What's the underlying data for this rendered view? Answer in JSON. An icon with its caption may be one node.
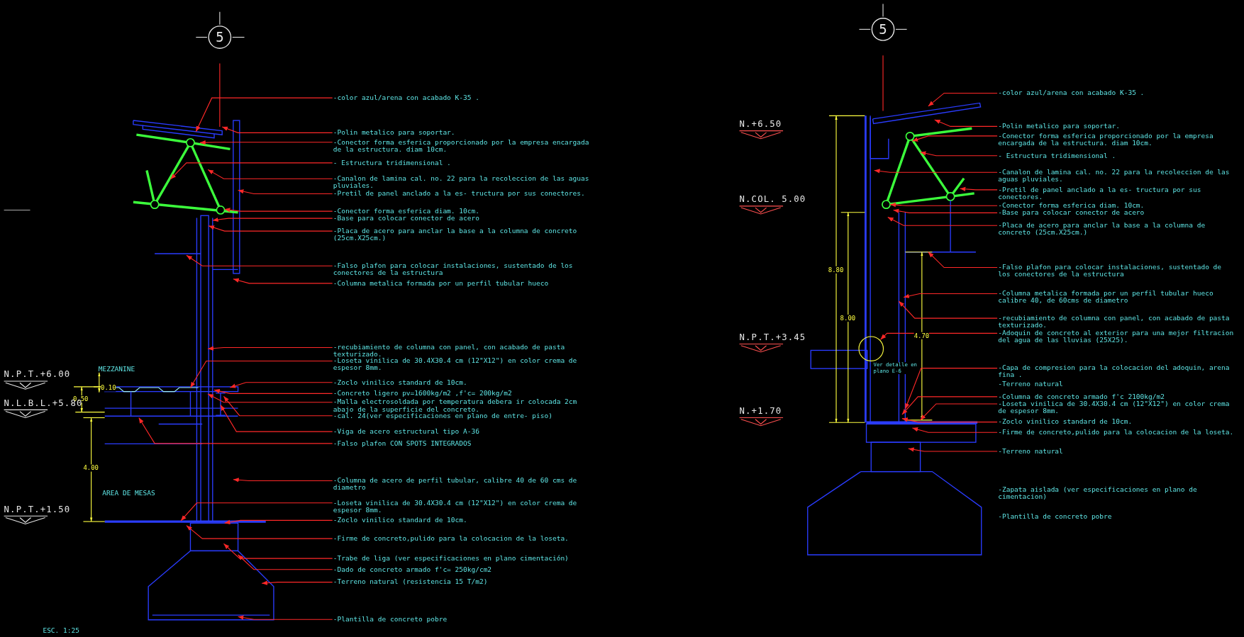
{
  "diagram": {
    "nodes": [
      {
        "text": [
          "5"
        ]
      },
      {
        "text": [
          "5"
        ]
      },
      {
        "text": [
          "-color azul/arena con acabado K-35 ."
        ]
      },
      {
        "text": [
          "-Polin metalico para soportar."
        ]
      },
      {
        "text": [
          "-Conector forma esferica proporcionado por la empresa encargada de la estructura. diam 10cm."
        ]
      },
      {
        "text": [
          "- Estructura tridimensional ."
        ]
      },
      {
        "text": [
          "-Canalon de lamina cal. no. 22 para la recoleccion de las aguas pluviales."
        ]
      },
      {
        "text": [
          "-Pretil de panel anclado a la es- tructura por sus conectores."
        ]
      },
      {
        "text": [
          "-Conector forma esferica diam. 10cm."
        ]
      },
      {
        "text": [
          "-Base para colocar conector de acero"
        ]
      },
      {
        "text": [
          "-Placa de acero para anclar la base a la columna de concreto (25cm.X25cm.)"
        ]
      },
      {
        "text": [
          "-Falso plafon para colocar instalaciones, sustentado de los conectores de la estructura"
        ]
      },
      {
        "text": [
          "-Columna metalica formada por un perfil tubular hueco"
        ]
      },
      {
        "text": [
          "-recubiamiento de columna con panel, con acabado de pasta texturizado."
        ]
      },
      {
        "text": [
          "-Loseta vinilica de 30.4X30.4 cm (12\"X12\") en color crema de espesor 8mm."
        ]
      },
      {
        "text": [
          "-Zoclo vinilico standard de 10cm."
        ]
      },
      {
        "text": [
          "-Concreto ligero pv=1600kg/m2 ,f'c= 200kg/m2"
        ]
      },
      {
        "text": [
          "-Malla electrosoldada por temperatura debera ir colocada 2cm abajo de la superficie del concreto."
        ]
      },
      {
        "text": [
          "-cal. 24(ver especificaciones en plano de entre- piso)"
        ]
      },
      {
        "text": [
          "-Viga de acero estructural tipo A-36"
        ]
      },
      {
        "text": [
          "-Falso plafon CON SPOTS INTEGRADOS"
        ]
      },
      {
        "text": [
          "-Columna de acero de perfil tubular, calibre 40 de 60 cms de diametro"
        ]
      },
      {
        "text": [
          "-Loseta vinilica de 30.4X30.4 cm (12\"X12\") en color crema de espesor 8mm."
        ]
      },
      {
        "text": [
          "-Zoclo vinilico standard de 10cm."
        ]
      },
      {
        "text": [
          "-Firme de concreto,pulido para la colocacion de la loseta."
        ]
      },
      {
        "text": [
          "-Trabe de liga (ver especificaciones en plano cimentación)"
        ]
      },
      {
        "text": [
          "-Dado de concreto armado f'c= 250kg/cm2"
        ]
      },
      {
        "text": [
          "-Terreno natural (resistencia 15 T/m2)"
        ]
      },
      {
        "text": [
          "-Plantilla de concreto pobre"
        ]
      },
      {
        "text": [
          "-color azul/arena con acabado K-35 ."
        ]
      },
      {
        "text": [
          "-Polin metalico para soportar."
        ]
      },
      {
        "text": [
          "-Conector forma esferica proporcionado por la empresa encargada de la estructura. diam 10cm."
        ]
      },
      {
        "text": [
          "- Estructura tridimensional ."
        ]
      },
      {
        "text": [
          "-Canalon de lamina cal. no. 22 para la recoleccion de las aguas pluviales."
        ]
      },
      {
        "text": [
          "-Pretil de panel anclado a la es- tructura por sus conectores."
        ]
      },
      {
        "text": [
          "-Conector forma esferica diam. 10cm."
        ]
      },
      {
        "text": [
          "-Base para colocar conector de acero"
        ]
      },
      {
        "text": [
          "-Placa de acero para anclar la base a la columna de concreto (25cm.X25cm.)"
        ]
      },
      {
        "text": [
          "-Falso plafon para colocar instalaciones, sustentado de los conectores de la estructura"
        ]
      },
      {
        "text": [
          "-Columna metalica formada por un perfil tubular hueco calibre 40, de 60cms de diametro"
        ]
      },
      {
        "text": [
          "-recubiamiento de columna con panel, con acabado de pasta texturizado."
        ]
      },
      {
        "text": [
          "-Adoquin de concreto al exterior para una mejor filtracion del agua de las lluvias (25X25)."
        ]
      },
      {
        "text": [
          "-Capa de compresion para la colocacion del adoquin, arena fina ."
        ]
      },
      {
        "text": [
          "-Columna de concreto armado f'c 2100kg/m2"
        ]
      },
      {
        "text": [
          "-Loseta vinilica de 30.4X30.4 cm (12\"X12\") en color crema de espesor 8mm."
        ]
      },
      {
        "text": [
          "-Zoclo vinilico standard de 10cm."
        ]
      },
      {
        "text": [
          "-Firme de concreto,pulido para la colocacion de la loseta."
        ]
      },
      {
        "text": [
          "-Terreno natural"
        ]
      },
      {
        "text": [],
        "shape": "circle",
        "beside": [
          "Ver detalle en plano E-6"
        ]
      }
    ],
    "edges": [
      {
        "from": 2,
        "to": null,
        "arrow": "to"
      },
      {
        "from": 3,
        "to": null,
        "arrow": "to"
      },
      {
        "from": 4,
        "to": null,
        "arrow": "to"
      },
      {
        "from": 5,
        "to": null,
        "arrow": "to"
      },
      {
        "from": 6,
        "to": null,
        "arrow": "to"
      },
      {
        "from": 7,
        "to": null,
        "arrow": "to"
      },
      {
        "from": 8,
        "to": null,
        "arrow": "to"
      },
      {
        "from": 9,
        "to": null,
        "arrow": "to"
      },
      {
        "from": 10,
        "to": null,
        "arrow": "to"
      },
      {
        "from": 11,
        "to": null,
        "arrow": "to"
      },
      {
        "from": 12,
        "to": null,
        "arrow": "to"
      },
      {
        "from": 13,
        "to": null,
        "arrow": "to"
      },
      {
        "from": 14,
        "to": null,
        "arrow": "to"
      },
      {
        "from": 15,
        "to": null,
        "arrow": "to"
      },
      {
        "from": 16,
        "to": null,
        "arrow": "to"
      },
      {
        "from": 17,
        "to": null,
        "arrow": "to"
      },
      {
        "from": 18,
        "to": null,
        "arrow": "to"
      },
      {
        "from": 19,
        "to": null,
        "arrow": "to"
      },
      {
        "from": 20,
        "to": null,
        "arrow": "to"
      },
      {
        "from": 21,
        "to": null,
        "arrow": "to"
      },
      {
        "from": 22,
        "to": null,
        "arrow": "to"
      },
      {
        "from": 23,
        "to": null,
        "arrow": "to"
      },
      {
        "from": 24,
        "to": null,
        "arrow": "to"
      },
      {
        "from": 25,
        "to": null,
        "arrow": "to"
      },
      {
        "from": 26,
        "to": null,
        "arrow": "to"
      },
      {
        "from": 27,
        "to": null,
        "arrow": "to"
      },
      {
        "from": 28,
        "to": null,
        "arrow": "to"
      },
      {
        "from": 29,
        "to": null,
        "arrow": "to"
      },
      {
        "from": 30,
        "to": null,
        "arrow": "to"
      },
      {
        "from": 31,
        "to": null,
        "arrow": "to"
      },
      {
        "from": 32,
        "to": null,
        "arrow": "to"
      },
      {
        "from": 33,
        "to": null,
        "arrow": "to"
      },
      {
        "from": 34,
        "to": null,
        "arrow": "to"
      },
      {
        "from": 35,
        "to": null,
        "arrow": "to"
      },
      {
        "from": 36,
        "to": null,
        "arrow": "to"
      },
      {
        "from": 37,
        "to": null,
        "arrow": "to"
      },
      {
        "from": 38,
        "to": null,
        "arrow": "to"
      },
      {
        "from": 39,
        "to": null,
        "arrow": "to"
      },
      {
        "from": 40,
        "to": null,
        "arrow": "to"
      },
      {
        "from": 41,
        "to": 48,
        "arrow": "to"
      },
      {
        "from": 42,
        "to": null,
        "arrow": "to"
      },
      {
        "from": 43,
        "to": null,
        "arrow": "to"
      },
      {
        "from": 44,
        "to": null,
        "arrow": "to"
      },
      {
        "from": 45,
        "to": null,
        "arrow": "to"
      },
      {
        "from": 46,
        "to": null,
        "arrow": "to"
      },
      {
        "from": 47,
        "to": null,
        "arrow": "to"
      }
    ],
    "labels": [
      "N.P.T.+6.00",
      "MEZZANINE",
      "0.10",
      "0.50",
      "N.L.B.L.+5.80",
      "4.00",
      "AREA DE MESAS",
      "N.P.T.+1.50",
      "ESC. 1:25",
      "N.+6.50",
      "N.COL. 5.00",
      "8.80",
      "8.00",
      "N.P.T.+3.45",
      "4.70",
      "N.+1.70",
      "-Terreno natural",
      "-Zapata aislada (ver especificaciones en plano de cimentacion)",
      "-Plantilla de concreto pobre"
    ]
  }
}
